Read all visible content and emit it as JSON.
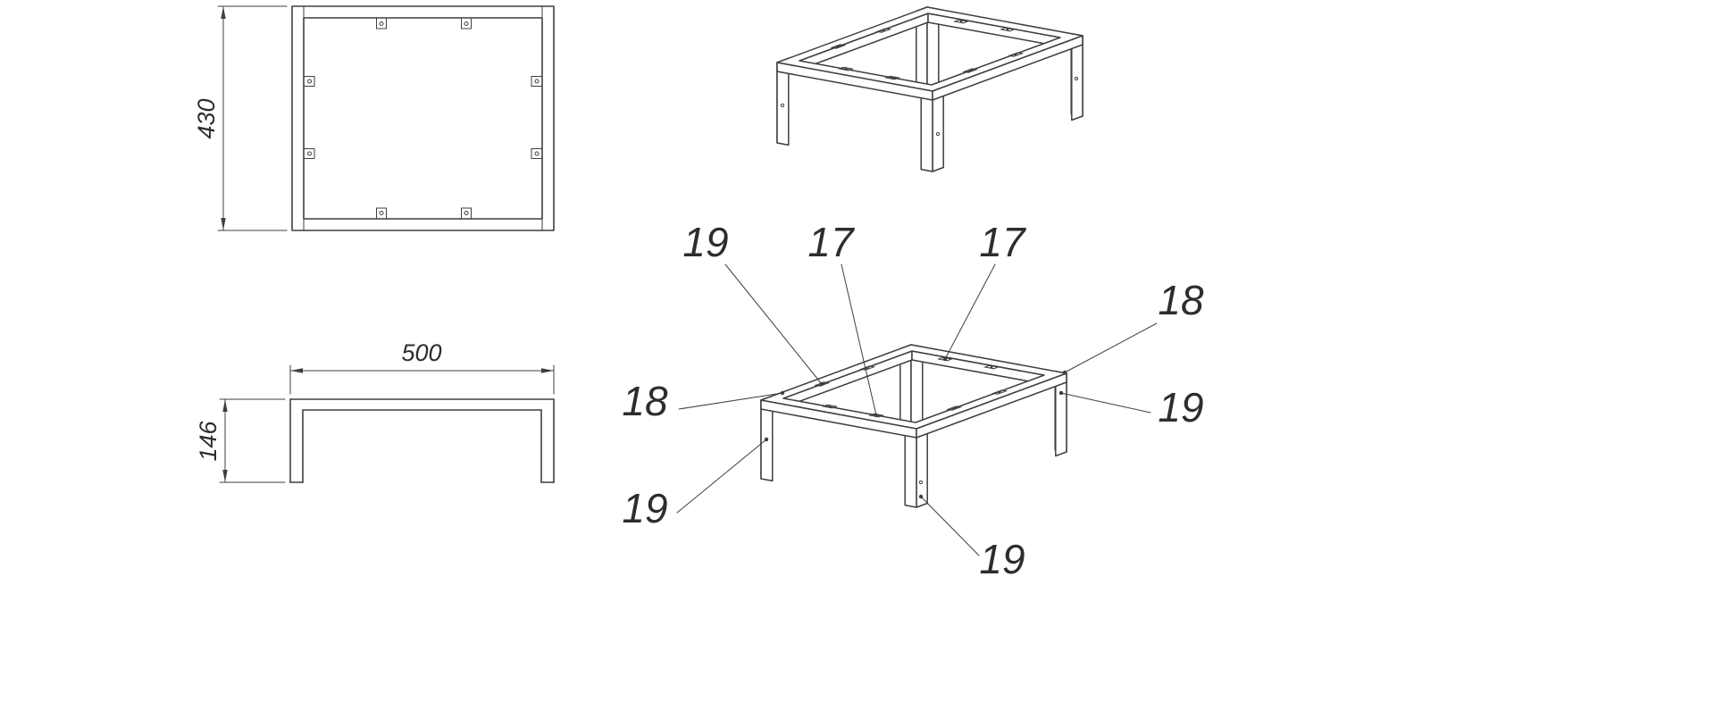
{
  "drawing": {
    "background_color": "#ffffff",
    "line_color": "#3f3f3f",
    "text_color": "#2d2d2d",
    "dimensions": {
      "top_view_height": "430",
      "front_view_width": "500",
      "front_view_height": "146"
    },
    "callouts": [
      {
        "label": "19"
      },
      {
        "label": "17"
      },
      {
        "label": "17"
      },
      {
        "label": "18"
      },
      {
        "label": "18"
      },
      {
        "label": "19"
      },
      {
        "label": "19"
      },
      {
        "label": "19"
      }
    ]
  }
}
